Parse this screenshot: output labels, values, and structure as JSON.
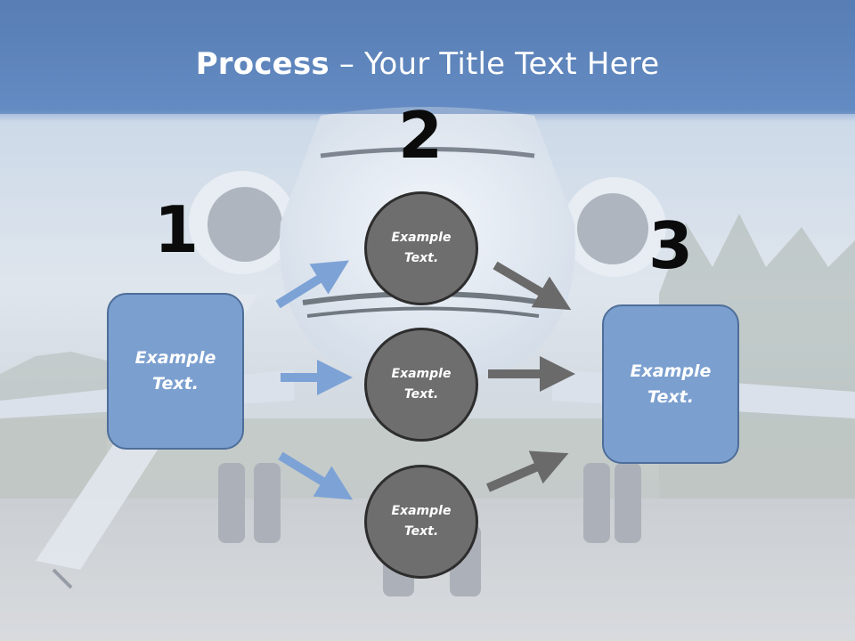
{
  "title": {
    "bold": "Process",
    "rest": " – Your Title Text Here"
  },
  "steps": {
    "one": {
      "number": "1",
      "box_text": "Example Text."
    },
    "two": {
      "number": "2",
      "circles": [
        "Example Text.",
        "Example Text.",
        "Example Text."
      ]
    },
    "three": {
      "number": "3",
      "box_text": "Example Text."
    }
  },
  "colors": {
    "header_band": "#5f86bd",
    "box_fill": "#7b9fcf",
    "circle_fill": "#6e6e6e",
    "arrow_blue": "#7da2d6",
    "arrow_gray": "#6a6a6a"
  }
}
